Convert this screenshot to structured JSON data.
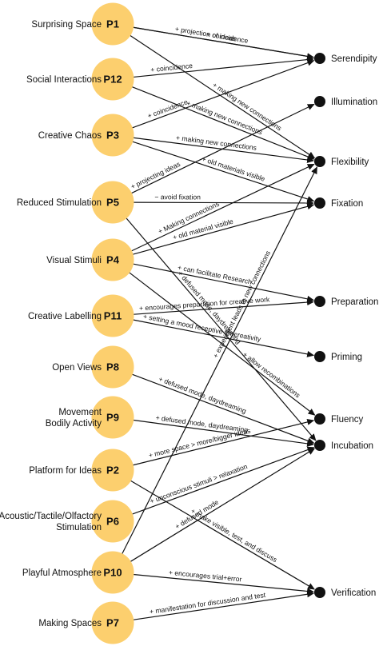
{
  "colors": {
    "node_fill": "#FCCF6E",
    "edge": "#111111",
    "outcome_dot": "#111111"
  },
  "practices": [
    {
      "id": "P1",
      "label": "Surprising Space"
    },
    {
      "id": "P12",
      "label": "Social Interactions"
    },
    {
      "id": "P3",
      "label": "Creative Chaos"
    },
    {
      "id": "P5",
      "label": "Reduced Stimulation"
    },
    {
      "id": "P4",
      "label": "Visual Stimuli"
    },
    {
      "id": "P11",
      "label": "Creative Labelling"
    },
    {
      "id": "P8",
      "label": "Open Views"
    },
    {
      "id": "P9",
      "label": "Movement Bodily Activity",
      "label_lines": [
        "Movement",
        "Bodily Activity"
      ]
    },
    {
      "id": "P2",
      "label": "Platform for Ideas"
    },
    {
      "id": "P6",
      "label": "Acoustic/Tactile/Olfactory Stimulation",
      "label_lines": [
        "Acoustic/Tactile/Olfactory",
        "Stimulation"
      ]
    },
    {
      "id": "P10",
      "label": "Playful Atmosphere"
    },
    {
      "id": "P7",
      "label": "Making Spaces"
    }
  ],
  "outcomes": [
    {
      "id": "serendipity",
      "label": "Serendipity"
    },
    {
      "id": "illumination",
      "label": "Illumination"
    },
    {
      "id": "flexibility",
      "label": "Flexibility"
    },
    {
      "id": "fixation",
      "label": "Fixation"
    },
    {
      "id": "preparation",
      "label": "Preparation"
    },
    {
      "id": "priming",
      "label": "Priming"
    },
    {
      "id": "fluency",
      "label": "Fluency"
    },
    {
      "id": "incubation",
      "label": "Incubation"
    },
    {
      "id": "verification",
      "label": "Verification"
    }
  ],
  "edges": [
    {
      "from": "P1",
      "to": "serendipity",
      "label": "+ coincidence"
    },
    {
      "from": "P1",
      "to": "serendipity",
      "label": "+ projection of ideas"
    },
    {
      "from": "P1",
      "to": "flexibility",
      "label": "+ making new connections"
    },
    {
      "from": "P12",
      "to": "serendipity",
      "label": "+ coincidence"
    },
    {
      "from": "P12",
      "to": "flexibility",
      "label": "+ making new connections"
    },
    {
      "from": "P3",
      "to": "serendipity",
      "label": "+ coincidence"
    },
    {
      "from": "P3",
      "to": "flexibility",
      "label": "+ making new connections"
    },
    {
      "from": "P3",
      "to": "fixation",
      "label": "+ old materials visible"
    },
    {
      "from": "P5",
      "to": "illumination",
      "label": "+ projecting ideas"
    },
    {
      "from": "P5",
      "to": "fixation",
      "label": "− avoid fixation"
    },
    {
      "from": "P5",
      "to": "incubation",
      "label": "+ defused mode, daydreaming"
    },
    {
      "from": "P4",
      "to": "flexibility",
      "label": "+ Making connections"
    },
    {
      "from": "P4",
      "to": "fixation",
      "label": "+ old material visible"
    },
    {
      "from": "P4",
      "to": "preparation",
      "label": "+ can facilitate Research"
    },
    {
      "from": "P4",
      "to": "fluency",
      "label": "+ allow recombinations"
    },
    {
      "from": "P11",
      "to": "preparation",
      "label": "+ encourages preparation for creative work"
    },
    {
      "from": "P11",
      "to": "priming",
      "label": "+ setting a mood receptive for creativity"
    },
    {
      "from": "P8",
      "to": "incubation",
      "label": "+ defused mode, daydreaming"
    },
    {
      "from": "P9",
      "to": "incubation",
      "label": "+ defused mode, daydreaming"
    },
    {
      "from": "P2",
      "to": "fluency",
      "label": "+ more space > more/bigger ideas"
    },
    {
      "from": "P2",
      "to": "verification",
      "label": "+ make visible, test, and discuss"
    },
    {
      "from": "P6",
      "to": "incubation",
      "label": "+ unconscious stimuli > relaxation"
    },
    {
      "from": "P10",
      "to": "flexibility",
      "label": "+ experiment leads to new connections"
    },
    {
      "from": "P10",
      "to": "incubation",
      "label": "+ defused mode"
    },
    {
      "from": "P10",
      "to": "verification",
      "label": "+ encourages trial+error"
    },
    {
      "from": "P7",
      "to": "verification",
      "label": "+ manifestation for discussion and test"
    }
  ]
}
